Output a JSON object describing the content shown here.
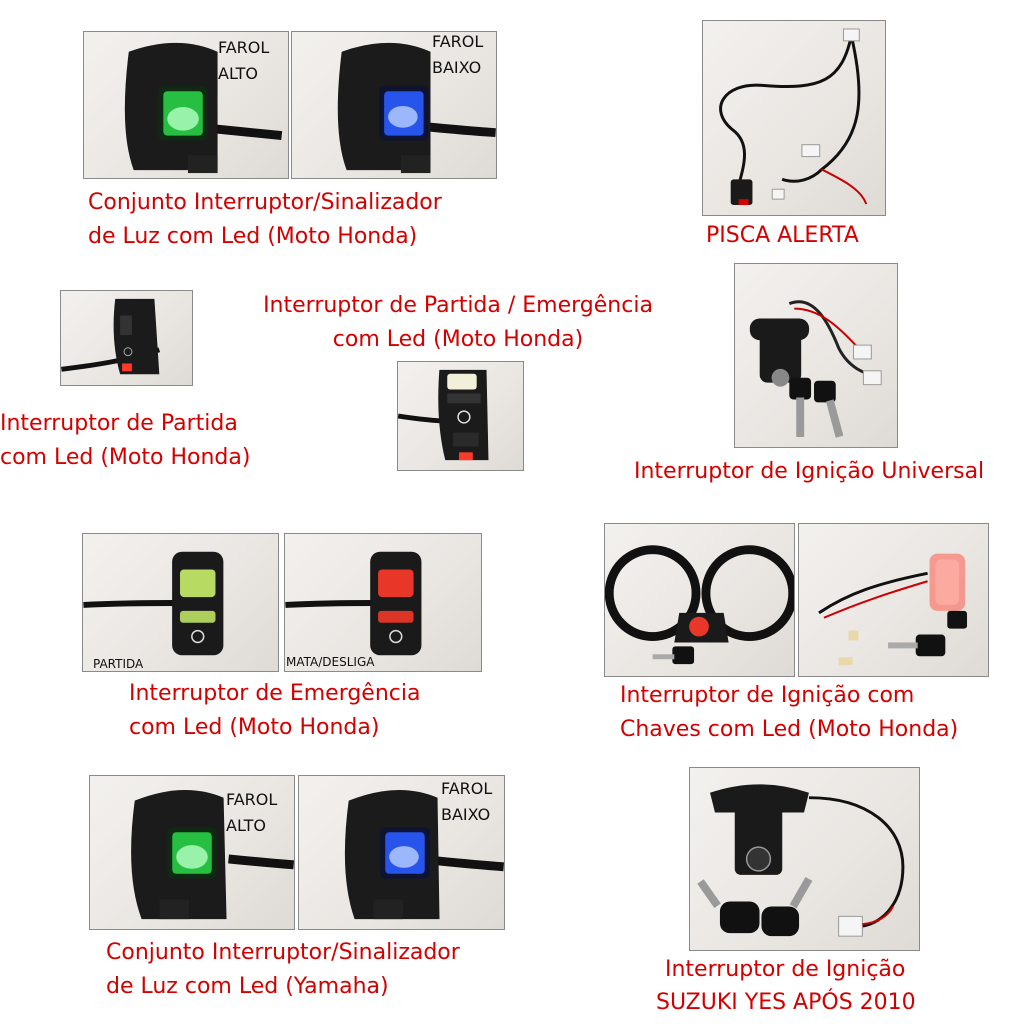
{
  "products": {
    "honda_light_set": {
      "caption_line1": "Conjunto Interruptor/Sinalizador",
      "caption_line2": "de Luz com Led (Moto Honda)",
      "label_high_1": "FAROL",
      "label_high_2": "ALTO",
      "label_low_1": "FAROL",
      "label_low_2": "BAIXO"
    },
    "hazard": {
      "caption": "PISCA ALERTA"
    },
    "start_switch": {
      "caption_line1": "Interruptor de Partida",
      "caption_line2": "com Led (Moto Honda)"
    },
    "start_emergency": {
      "caption_line1": "Interruptor de Partida / Emergência",
      "caption_line2": "com Led (Moto Honda)"
    },
    "universal_ignition": {
      "caption": "Interruptor de Ignição Universal"
    },
    "emergency_switch": {
      "caption_line1": "Interruptor de Emergência",
      "caption_line2": "com Led (Moto Honda)",
      "label_start": "PARTIDA",
      "label_kill": "MATA/DESLIGA"
    },
    "ignition_keys": {
      "caption_line1": "Interruptor de Ignição com",
      "caption_line2": "Chaves com Led (Moto Honda)"
    },
    "yamaha_light_set": {
      "caption_line1": "Conjunto Interruptor/Sinalizador",
      "caption_line2": "de Luz com Led (Yamaha)",
      "label_high_1": "FAROL",
      "label_high_2": "ALTO",
      "label_low_1": "FAROL",
      "label_low_2": "BAIXO"
    },
    "suzuki_ignition": {
      "caption_line1": "Interruptor de Ignição",
      "caption_line2": "SUZUKI YES APÓS 2010"
    }
  },
  "colors": {
    "caption_red": "#d40000",
    "led_green": "#2bd94a",
    "led_blue": "#2a5cff",
    "led_red": "#ff3a2a",
    "led_yellow_green": "#c8ef6a"
  }
}
